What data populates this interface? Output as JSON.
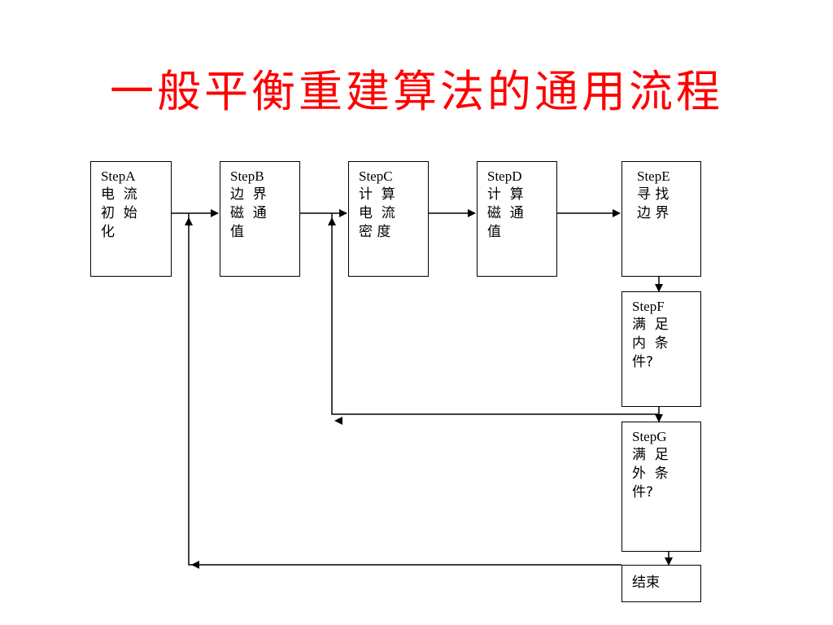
{
  "title": "一般平衡重建算法的通用流程",
  "steps": {
    "A": {
      "step": "StepA",
      "lines": [
        "电  流",
        "初  始",
        "化"
      ]
    },
    "B": {
      "step": "StepB",
      "lines": [
        "边  界",
        "磁  通",
        "值"
      ]
    },
    "C": {
      "step": "StepC",
      "lines": [
        "计  算",
        "电  流",
        "密 度"
      ]
    },
    "D": {
      "step": "StepD",
      "lines": [
        "计  算",
        "磁  通",
        "值"
      ]
    },
    "E": {
      "step": "StepE",
      "lines": [
        "寻 找",
        "边 界"
      ]
    },
    "F": {
      "step": "StepF",
      "lines": [
        "满  足",
        "内  条",
        "件?"
      ]
    },
    "G": {
      "step": "StepG",
      "lines": [
        "满  足",
        "外  条",
        "件?"
      ]
    },
    "end": {
      "label": "结束"
    }
  }
}
